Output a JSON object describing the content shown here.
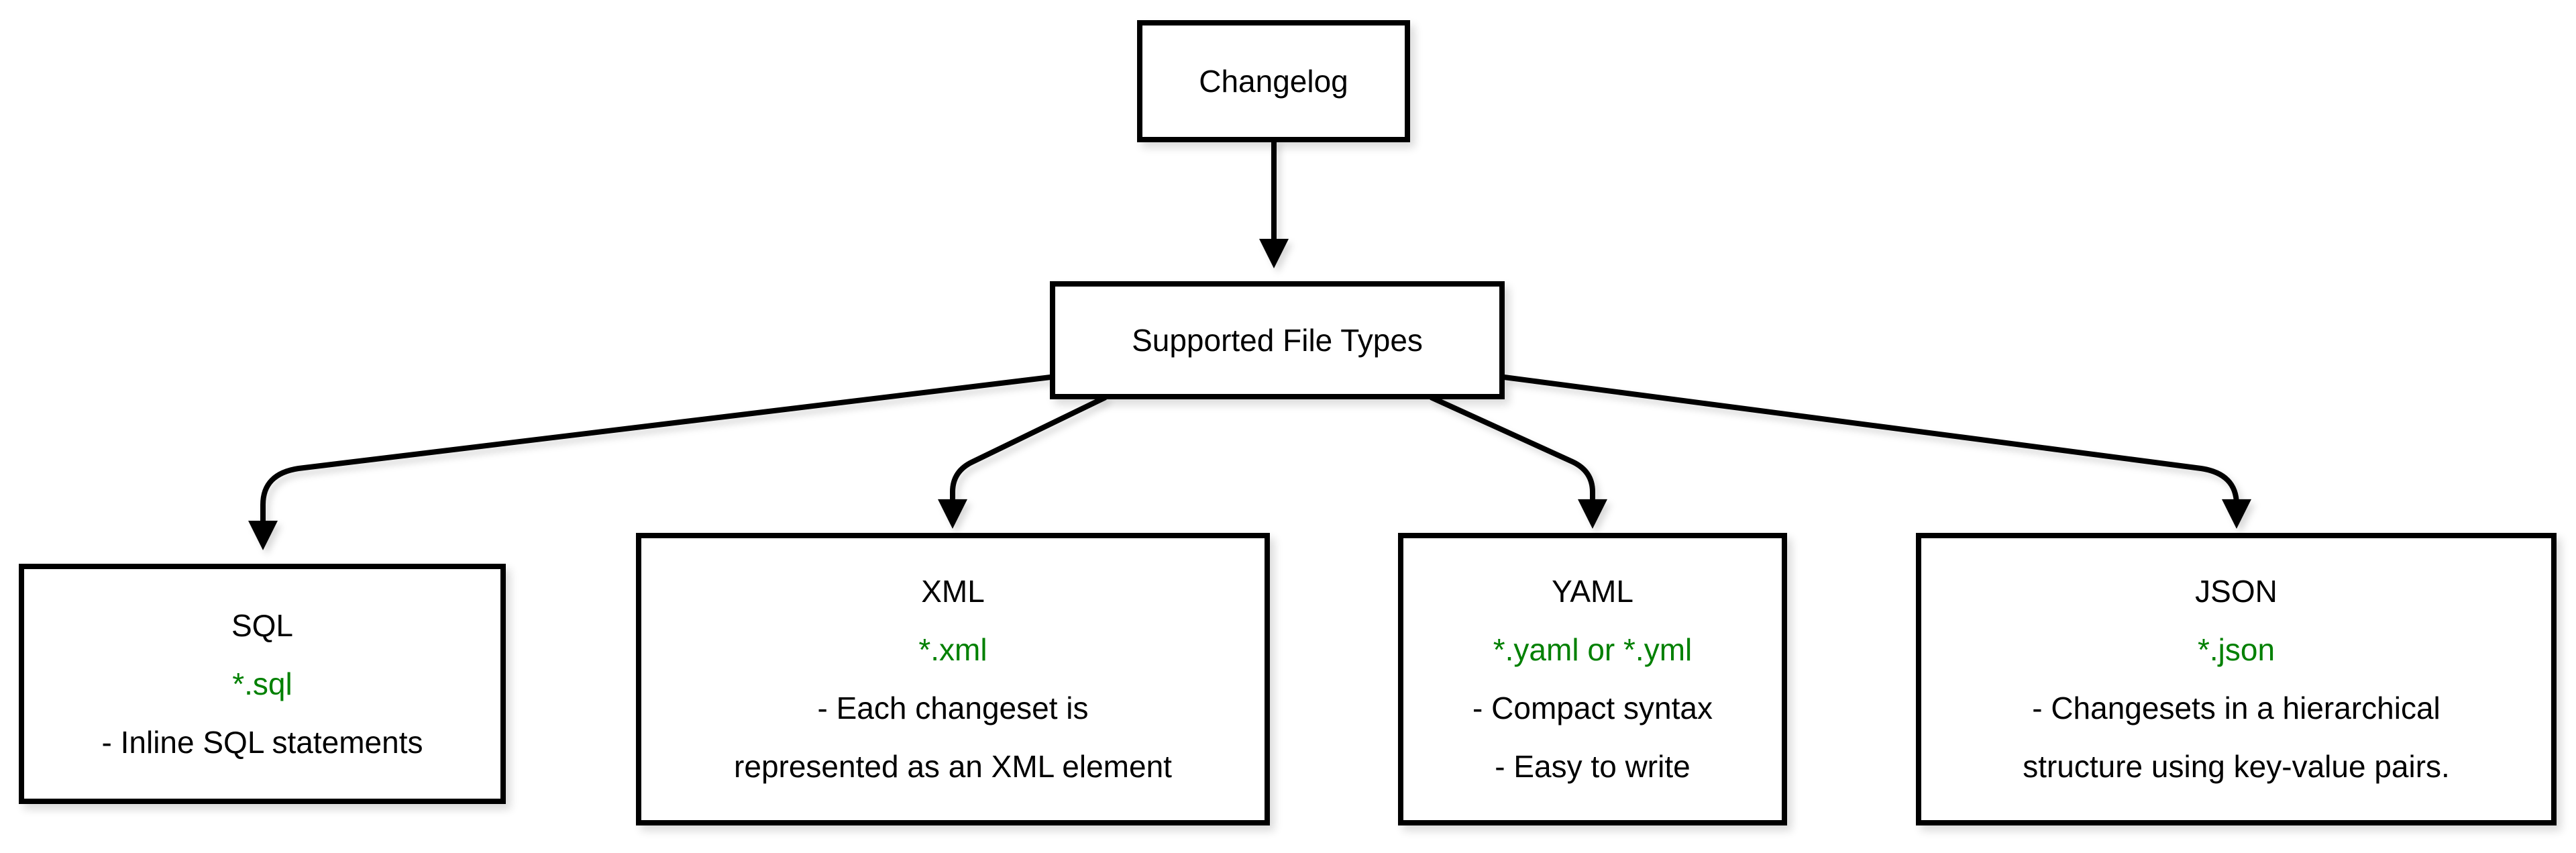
{
  "colors": {
    "background": "#ffffff",
    "node_fill": "#ffffff",
    "node_border": "#000000",
    "text": "#000000",
    "file_pattern_green": "#008000"
  },
  "nodes": {
    "changelog": {
      "label": "Changelog"
    },
    "supported_file_types": {
      "label": "Supported File Types"
    },
    "sql": {
      "label": "SQL",
      "file_pattern": "*.sql",
      "notes": [
        "- Inline SQL statements"
      ]
    },
    "xml": {
      "label": "XML",
      "file_pattern": "*.xml",
      "notes": [
        "- Each changeset is",
        "represented as an XML element"
      ]
    },
    "yaml": {
      "label": "YAML",
      "file_pattern": "*.yaml or *.yml",
      "notes": [
        "- Compact syntax",
        "- Easy to write"
      ]
    },
    "json": {
      "label": "JSON",
      "file_pattern": "*.json",
      "notes": [
        "- Changesets in a hierarchical",
        "structure using key-value pairs."
      ]
    }
  },
  "edges": [
    {
      "from": "Changelog",
      "to": "Supported File Types"
    },
    {
      "from": "Supported File Types",
      "to": "SQL"
    },
    {
      "from": "Supported File Types",
      "to": "XML"
    },
    {
      "from": "Supported File Types",
      "to": "YAML"
    },
    {
      "from": "Supported File Types",
      "to": "JSON"
    }
  ]
}
